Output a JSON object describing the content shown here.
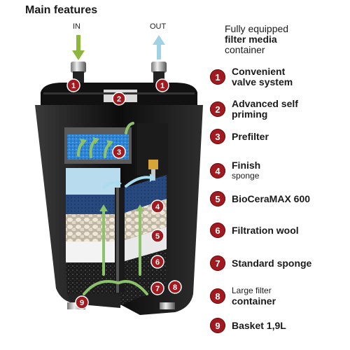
{
  "title": "Main features",
  "flow": {
    "in_label": "IN",
    "out_label": "OUT"
  },
  "header": {
    "line1": "Fully equipped",
    "line2": "filter media",
    "line3": "container"
  },
  "features": [
    {
      "number": "1",
      "line1": "Convenient",
      "line2": "valve system"
    },
    {
      "number": "2",
      "line1": "Advanced self",
      "line2": "priming"
    },
    {
      "number": "3",
      "line1": "Prefilter"
    },
    {
      "number": "4",
      "line1": "Finish",
      "line2": "sponge"
    },
    {
      "number": "5",
      "line1": "BioCeraMAX 600"
    },
    {
      "number": "6",
      "line1": "Filtration wool"
    },
    {
      "number": "7",
      "line1": "Standard sponge"
    },
    {
      "number": "8",
      "line1": "Large filter",
      "line2": "container"
    },
    {
      "number": "9",
      "line1": "Basket 1,9L"
    }
  ],
  "diagram_markers": [
    "1",
    "1",
    "2",
    "3",
    "4",
    "5",
    "6",
    "7",
    "8",
    "9"
  ],
  "colors": {
    "badge": "#a11a1f",
    "housing": "#141414",
    "in_arrow": "#8cb63c",
    "out_arrow": "#9fd3e4",
    "prefilter": "#2f86d6",
    "finish_sponge": "#274f87",
    "ceramic": "#e7dfcf",
    "wool": "#f2f2f2",
    "standard_sponge": "#2a2a2a"
  }
}
